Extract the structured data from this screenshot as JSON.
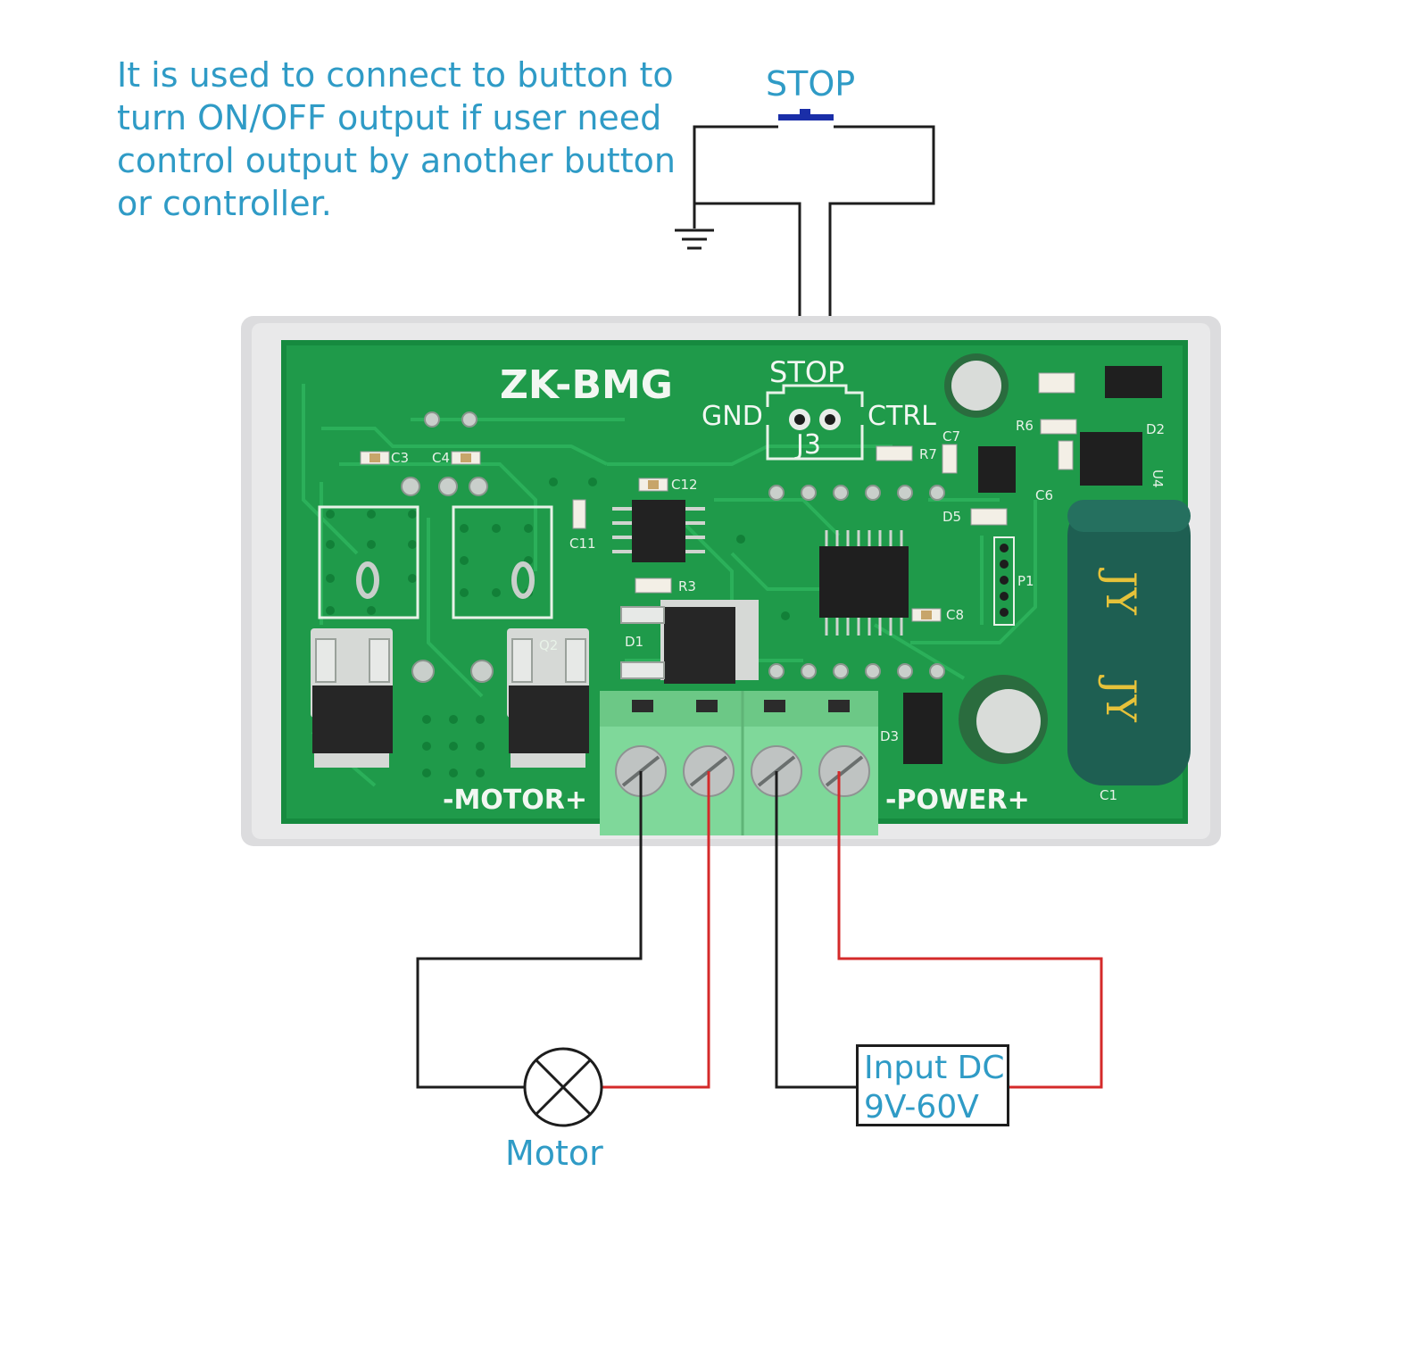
{
  "note": {
    "lines": [
      "It is used to connect to button to",
      "turn ON/OFF output if user need",
      "control output by another button",
      "or controller."
    ]
  },
  "switch_label": "STOP",
  "board": {
    "model": "ZK-BMG",
    "stop_label": "STOP",
    "gnd_label": "GND",
    "ctrl_label": "CTRL",
    "j3_label": "J3",
    "motor_label": "-MOTOR+",
    "power_label": "-POWER+",
    "component_labels": [
      "C3",
      "C4",
      "C12",
      "C11",
      "R3",
      "D1",
      "Q2",
      "C8",
      "R7",
      "R6",
      "C7",
      "D2",
      "U4",
      "C6",
      "D5",
      "P1",
      "D3",
      "C1",
      "JY",
      "JY"
    ]
  },
  "motor_label": "Motor",
  "input": {
    "line1": "Input DC",
    "line2": "9V-60V"
  },
  "colors": {
    "label_blue": "#2f9bc6",
    "wire_black": "#1d1d1d",
    "wire_red": "#d42a2a",
    "pcb_green": "#1f9a4a",
    "terminal_green": "#7fd89a",
    "switch_blue": "#1a2ea8"
  }
}
